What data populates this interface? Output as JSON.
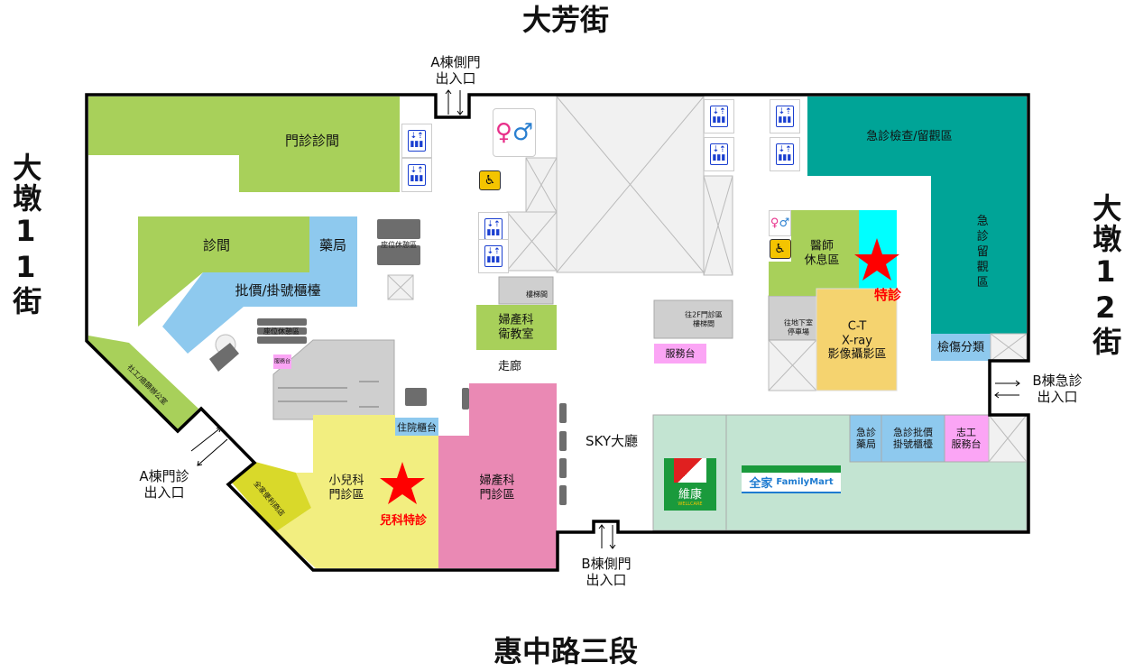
{
  "streets": {
    "north": "大芳街",
    "south": "惠中路三段",
    "west": "大墩11街",
    "east": "大墩12街"
  },
  "entrances": {
    "a_side": "A棟側門\n出入口",
    "a_clinic": "A棟門診\n出入口",
    "b_side": "B棟側門\n出入口",
    "b_emergency": "B棟急診\n出入口"
  },
  "areas": {
    "clinic_rooms": "門診診間",
    "exam_room": "診間",
    "pharmacy": "藥局",
    "billing": "批價/掛號櫃檯",
    "seating1": "座位休憩區",
    "seating2": "座位休憩區",
    "service_small": "服務台",
    "stairs1": "樓梯間",
    "ob_education": "婦產科\n衛教室",
    "corridor": "走廊",
    "stairs_2f": "往2F門診區\n樓梯間",
    "service_desk": "服務台",
    "sky_hall": "SKY大廳",
    "social_work": "社工/癌篩辦公室",
    "familymart_store": "全家便利商店",
    "inpatient_counter": "住院櫃台",
    "pediatrics": "小兒科\n門診區",
    "pediatrics_special": "兒科特診",
    "obgyn": "婦產科\n門診區",
    "er_exam": "急診檢查/留觀區",
    "er_observation": "急診留觀區",
    "doctor_lounge": "醫師\n休息區",
    "special_clinic": "特診",
    "stairs_basement": "往地下室\n停車場",
    "imaging": "C-T\nX-ray\n影像攝影區",
    "triage": "檢傷分類",
    "er_pharmacy": "急診\n藥局",
    "er_billing": "急診批價\n掛號櫃檯",
    "volunteer": "志工\n服務台"
  },
  "logos": {
    "wellcare": "維康",
    "wellcare_en": "WELLCARE",
    "familymart_cn": "全家",
    "familymart_en": "FamilyMart"
  },
  "colors": {
    "green": "#a8d05a",
    "blue": "#8ec9ee",
    "teal": "#00a497",
    "pink": "#ea89b4",
    "yellow": "#f2ee80",
    "orange": "#f5d36f",
    "cyan": "#00ffff",
    "mint": "#c3e4d2",
    "service": "#fba5f5",
    "olive": "#d9d92a",
    "star": "#ff0000"
  }
}
